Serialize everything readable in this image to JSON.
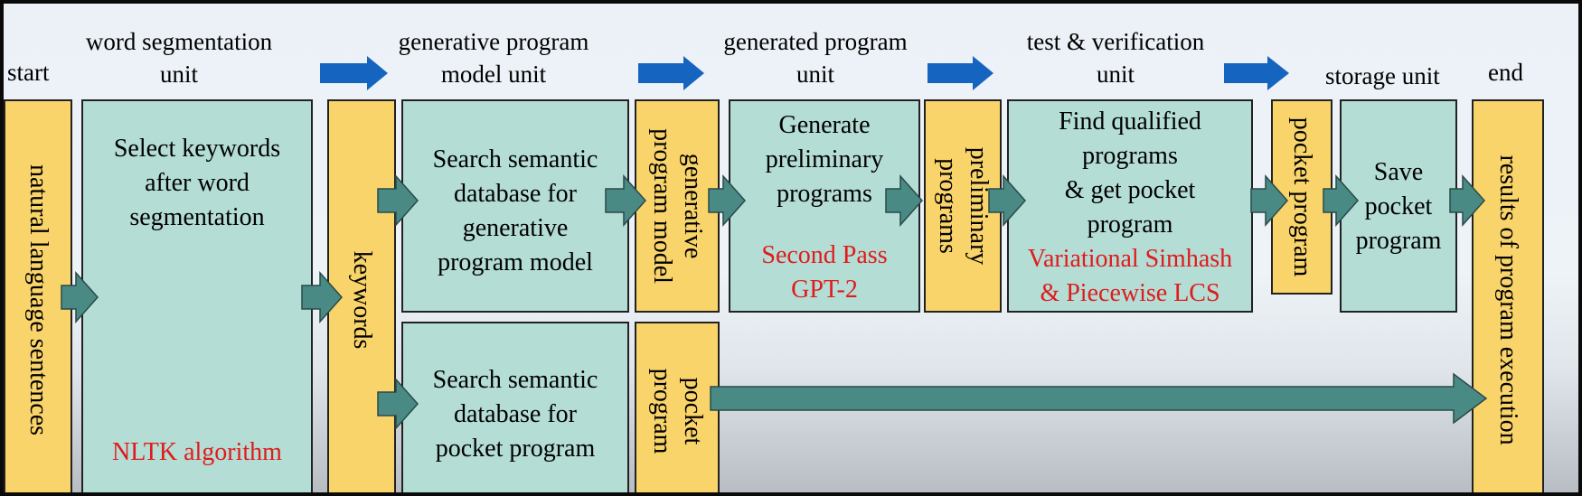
{
  "headers": {
    "start": "start",
    "word_seg": [
      "word segmentation",
      "unit"
    ],
    "gen_model": [
      "generative program",
      "model unit"
    ],
    "generated": [
      "generated program",
      "unit"
    ],
    "test": [
      "test & verification",
      "unit"
    ],
    "storage": "storage unit",
    "end": "end"
  },
  "boxes": {
    "natural_language": "natural language sentences",
    "select_keywords": [
      "Select keywords",
      "after word",
      "segmentation"
    ],
    "nltk": "NLTK  algorithm",
    "keywords": "keywords",
    "search_gen": [
      "Search semantic",
      "database for",
      "generative",
      "program model"
    ],
    "gen_program_model": [
      "generative",
      "program model"
    ],
    "generate_prelim": [
      "Generate",
      "preliminary",
      "programs"
    ],
    "second_pass": [
      "Second Pass",
      "GPT-2"
    ],
    "prelim_programs": [
      "preliminary",
      "programs"
    ],
    "find_qualified": [
      "Find qualified",
      "programs",
      "& get pocket",
      "program"
    ],
    "variational": [
      "Variational Simhash",
      "& Piecewise LCS"
    ],
    "pocket_program_v": "pocket program",
    "save_pocket": [
      "Save",
      "pocket",
      "program"
    ],
    "results": "results of program execution",
    "search_pocket": [
      "Search semantic",
      "database for",
      "pocket program"
    ],
    "pocket_program_bottom": [
      "pocket",
      "program"
    ]
  },
  "colors": {
    "green": "#b3ddd5",
    "yellow": "#f9d46a",
    "blue_arrow": "#1565c0",
    "teal_arrow": "#4a8a85",
    "red_text": "#e01b1b"
  }
}
